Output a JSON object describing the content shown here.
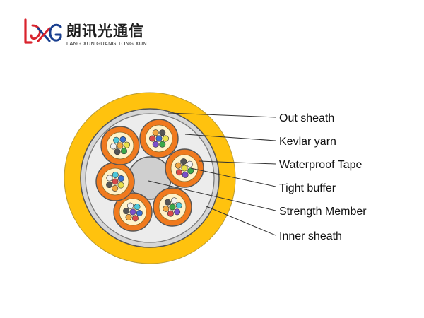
{
  "brand": {
    "name_cn": "朗讯光通信",
    "name_en": "LANG XUN GUANG TONG XUN",
    "color_red": "#d9232d",
    "color_blue": "#1a3f8f"
  },
  "colors": {
    "outer_sheath": "#ffc20e",
    "kevlar": "#c8c8c8",
    "tight_buffer": "#f07a1e",
    "strength_member": "#cfcfcf",
    "outline": "#555555"
  },
  "labels": [
    "Out sheath",
    "Kevlar yarn",
    "Waterproof Tape",
    "Tight buffer",
    "Strength Member",
    "Inner sheath"
  ]
}
